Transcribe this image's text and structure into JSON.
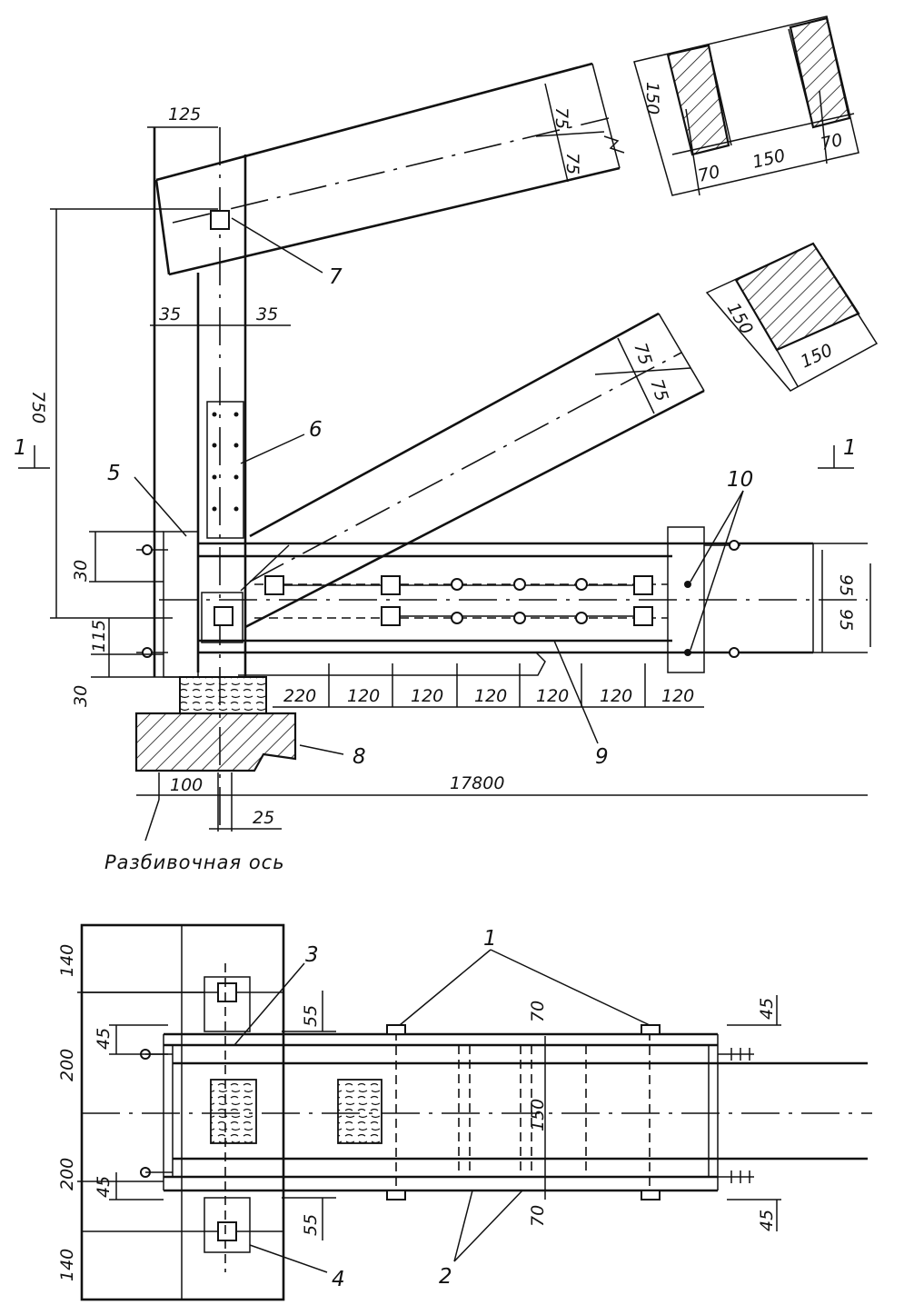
{
  "top_view": {
    "dimensions": {
      "d125": "125",
      "d75a": "75",
      "d75b": "75",
      "d35l": "35",
      "d35r": "35",
      "d750": "750",
      "d75c": "75",
      "d75d": "75",
      "d30a": "30",
      "d115": "115",
      "d30b": "30",
      "d95a": "95",
      "d95b": "95",
      "d220": "220",
      "d120_1": "120",
      "d120_2": "120",
      "d120_3": "120",
      "d120_4": "120",
      "d120_5": "120",
      "d120_6": "120",
      "d100": "100",
      "d17800": "17800",
      "d25": "25"
    },
    "section_upper": {
      "h": "150",
      "w1": "70",
      "w2": "150",
      "w3": "70"
    },
    "section_lower": {
      "h": "150",
      "w": "150"
    },
    "section_marks": {
      "left": "1",
      "right": "1"
    },
    "callouts": {
      "c5": "5",
      "c6": "6",
      "c7": "7",
      "c8": "8",
      "c9": "9",
      "c10": "10"
    },
    "axis_caption": "Разбивочная ось"
  },
  "plan_view": {
    "dimensions": {
      "d140a": "140",
      "d200a": "200",
      "d45a": "45",
      "d55a": "55",
      "d200b": "200",
      "d45b": "45",
      "d55b": "55",
      "d140b": "140",
      "d70a": "70",
      "d150": "150",
      "d70b": "70",
      "d45c": "45",
      "d45d": "45"
    },
    "callouts": {
      "c1": "1",
      "c2": "2",
      "c3": "3",
      "c4": "4"
    }
  }
}
